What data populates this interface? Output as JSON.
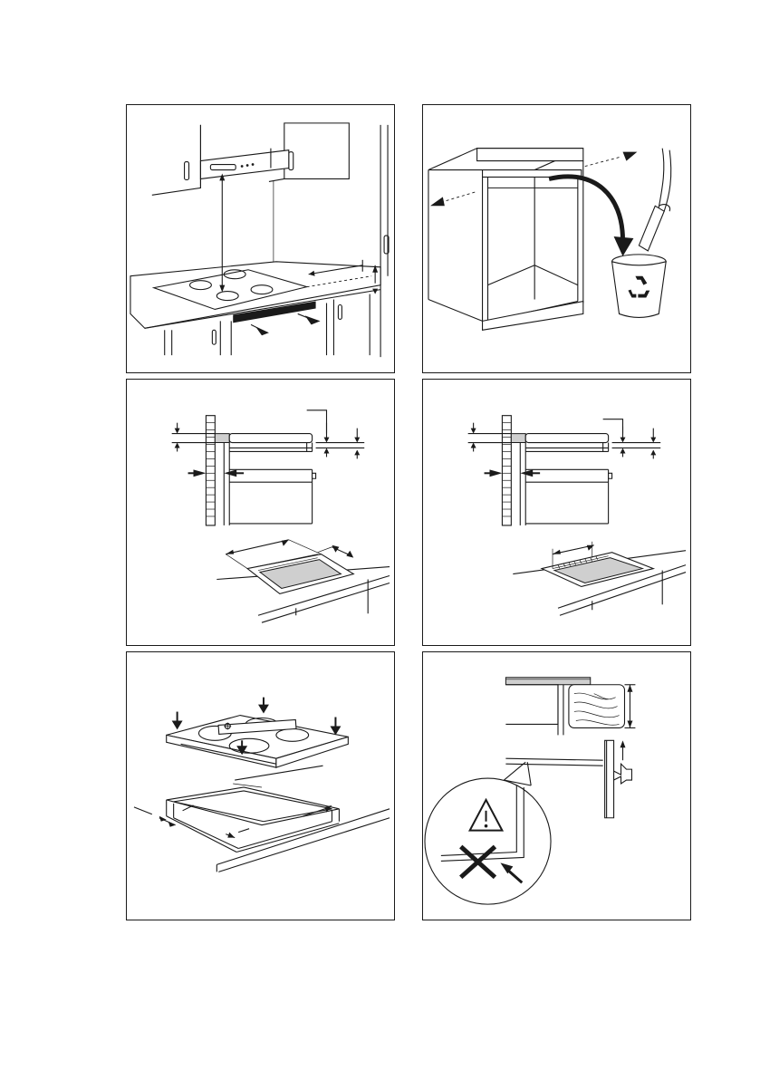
{
  "document": {
    "type": "installation-instructions-figures",
    "panels": [
      {
        "id": "hood-clearance",
        "icon": "cooker-hood-icon"
      },
      {
        "id": "cabinet-remove-shelf",
        "icon": "recycle-bin-icon"
      },
      {
        "id": "cutout-front-frame",
        "icon": "cutout-dimension-icon"
      },
      {
        "id": "cutout-flush",
        "icon": "cutout-dimension-icon"
      },
      {
        "id": "hob-fitting",
        "icon": "press-arrows-icon"
      },
      {
        "id": "drawer-warning",
        "icon": "warning-icon"
      }
    ]
  },
  "colors": {
    "line": "#1a1a1a",
    "panel_fill": "#cfcfcf",
    "background": "#ffffff"
  }
}
